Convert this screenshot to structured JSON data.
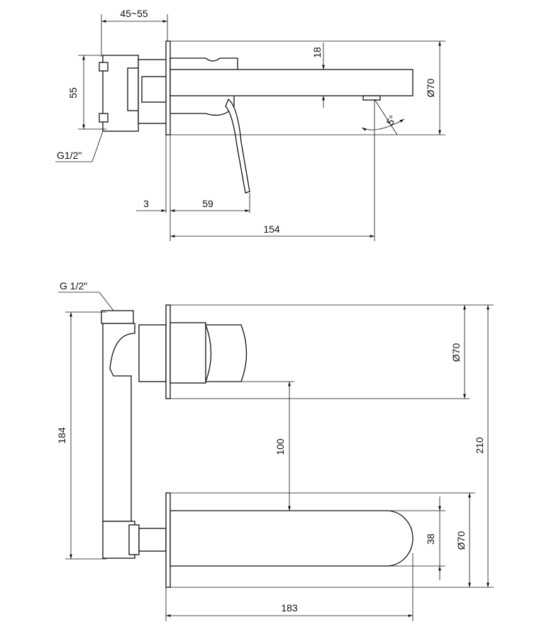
{
  "top_view": {
    "dim_depth": "45~55",
    "dim_spout_thickness": "18",
    "dim_height": "55",
    "dim_plate_diameter": "Ø70",
    "dim_angle": "5°",
    "thread_label": "G1/2\"",
    "dim_plate_thickness": "3",
    "dim_lever": "59",
    "dim_spout_length": "154"
  },
  "bottom_view": {
    "thread_label": "G 1/2\"",
    "dim_pipe_length": "184",
    "dim_plate_diameter_upper": "Ø70",
    "dim_spacing": "100",
    "dim_total_height": "210",
    "dim_spout_width": "38",
    "dim_plate_diameter_lower": "Ø70",
    "dim_spout_length": "183"
  }
}
